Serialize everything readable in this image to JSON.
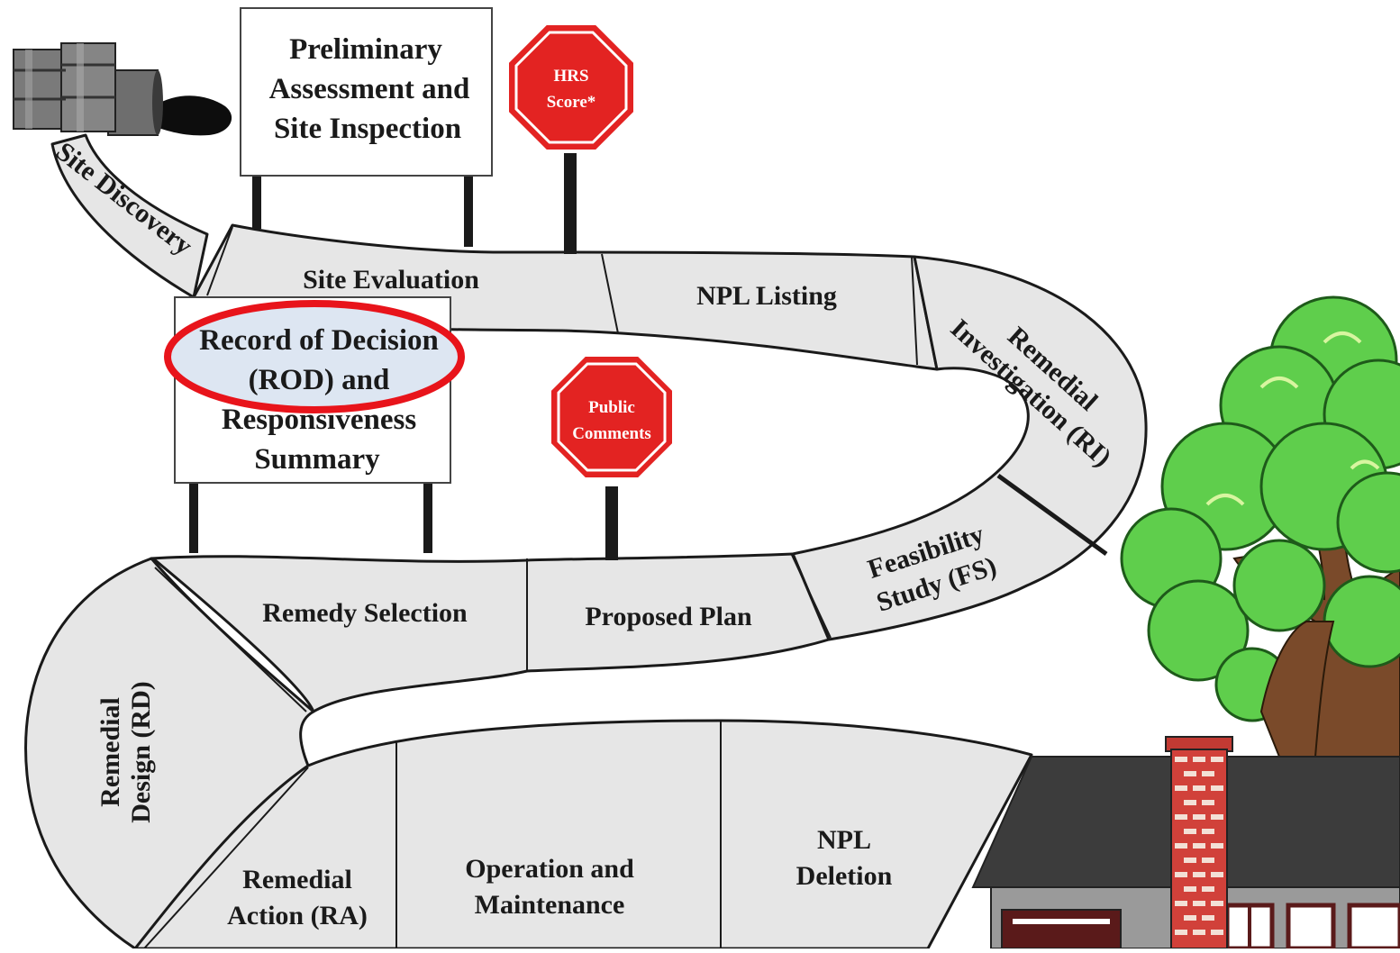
{
  "signs": {
    "pa_si": [
      "Preliminary",
      "Assessment and",
      "Site Inspection"
    ],
    "rod": [
      "Record of Decision",
      "(ROD) and",
      "Responsiveness",
      "Summary"
    ],
    "hrs": [
      "HRS",
      "Score*"
    ],
    "public": [
      "Public",
      "Comments"
    ]
  },
  "road": {
    "site_discovery": "Site Discovery",
    "site_evaluation": "Site Evaluation",
    "npl_listing": "NPL Listing",
    "ri": [
      "Remedial",
      "Investigation (RI)"
    ],
    "fs": [
      "Feasibility",
      "Study (FS)"
    ],
    "proposed_plan": "Proposed Plan",
    "remedy_selection": "Remedy Selection",
    "rd": [
      "Remedial",
      "Design (RD)"
    ],
    "ra": [
      "Remedial",
      "Action (RA)"
    ],
    "om": [
      "Operation and",
      "Maintenance"
    ],
    "npl_deletion": [
      "NPL",
      "Deletion"
    ]
  },
  "colors": {
    "road": "#e6e6e6",
    "stop": "#e32322",
    "highlight_ring": "#e8141b",
    "highlight_fill": "#dde6f2",
    "tree": "#5fce4c",
    "roof": "#3c3c3c",
    "brick": "#d1413a"
  },
  "icons": [
    "barrels-icon",
    "stop-sign-icon",
    "tree-icon",
    "house-icon"
  ]
}
